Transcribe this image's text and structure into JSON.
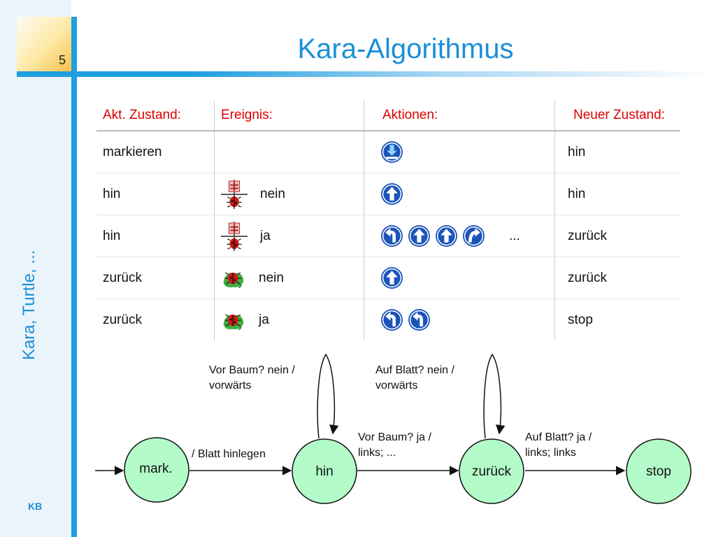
{
  "slide": {
    "page_number": "5",
    "title": "Kara-Algorithmus",
    "side_title": "Kara, Turtle, ...",
    "footer": "KB"
  },
  "table": {
    "headers": [
      "Akt. Zustand:",
      "Ereignis:",
      "Aktionen:",
      "Neuer Zustand:"
    ],
    "rows": [
      {
        "state": "markieren",
        "sensor": "",
        "event": "",
        "actions": [
          "put-leaf"
        ],
        "actions_suffix": "",
        "next": "hin"
      },
      {
        "state": "hin",
        "sensor": "tree-front-sensor",
        "event": "nein",
        "actions": [
          "move-forward"
        ],
        "actions_suffix": "",
        "next": "hin"
      },
      {
        "state": "hin",
        "sensor": "tree-front-sensor",
        "event": "ja",
        "actions": [
          "turn-left",
          "move-forward",
          "move-forward",
          "turn-right"
        ],
        "actions_suffix": "...",
        "next": "zurück"
      },
      {
        "state": "zurück",
        "sensor": "leaf-sensor",
        "event": "nein",
        "actions": [
          "move-forward"
        ],
        "actions_suffix": "",
        "next": "zurück"
      },
      {
        "state": "zurück",
        "sensor": "leaf-sensor",
        "event": "ja",
        "actions": [
          "turn-left",
          "turn-left"
        ],
        "actions_suffix": "",
        "next": "stop"
      }
    ]
  },
  "diagram": {
    "nodes": {
      "mark": "mark.",
      "hin": "hin",
      "zurueck": "zurück",
      "stop": "stop"
    },
    "edges": {
      "mark_to_hin": "/ Blatt hinlegen",
      "hin_self_1": "Vor Baum? nein /",
      "hin_self_2": "vorwärts",
      "hin_to_zurueck_1": "Vor Baum? ja /",
      "hin_to_zurueck_2": "links; ...",
      "zurueck_self_1": "Auf Blatt? nein /",
      "zurueck_self_2": "vorwärts",
      "zurueck_to_stop_1": "Auf Blatt? ja /",
      "zurueck_to_stop_2": "links; links"
    },
    "node_fill": "#b3fbc9"
  },
  "colors": {
    "accent": "#1a8fd8",
    "header_text": "#e00000",
    "action_icon": "#1b54b9"
  }
}
